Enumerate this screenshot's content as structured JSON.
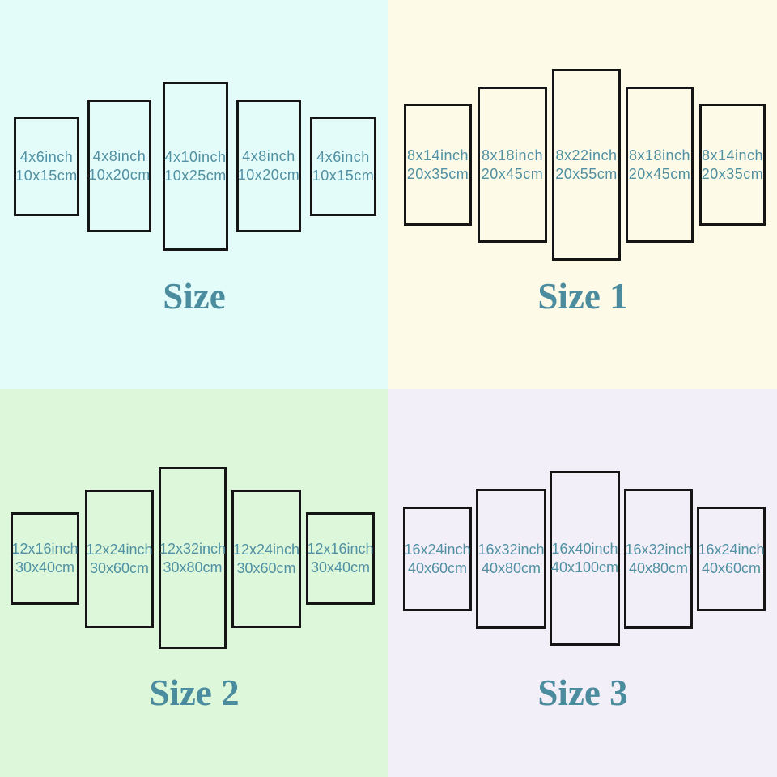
{
  "colors": {
    "quadrant_backgrounds": {
      "size": "#e4fcf9",
      "size_1": "#fdfbe7",
      "size_2": "#dcf7d9",
      "size_3": "#f3eff8"
    },
    "panel_border": "#151515",
    "label_text": "#5191a3",
    "title_text": "#4b8c9e"
  },
  "quadrants": [
    {
      "title": "Size",
      "background": "#e4fcf9",
      "panels": [
        {
          "inch": "4x6inch",
          "cm": "10x15cm"
        },
        {
          "inch": "4x8inch",
          "cm": "10x20cm"
        },
        {
          "inch": "4x10inch",
          "cm": "10x25cm"
        },
        {
          "inch": "4x8inch",
          "cm": "10x20cm"
        },
        {
          "inch": "4x6inch",
          "cm": "10x15cm"
        }
      ]
    },
    {
      "title": "Size 1",
      "background": "#fdfbe7",
      "panels": [
        {
          "inch": "8x14inch",
          "cm": "20x35cm"
        },
        {
          "inch": "8x18inch",
          "cm": "20x45cm"
        },
        {
          "inch": "8x22inch",
          "cm": "20x55cm"
        },
        {
          "inch": "8x18inch",
          "cm": "20x45cm"
        },
        {
          "inch": "8x14inch",
          "cm": "20x35cm"
        }
      ]
    },
    {
      "title": "Size 2",
      "background": "#dcf7d9",
      "panels": [
        {
          "inch": "12x16inch",
          "cm": "30x40cm"
        },
        {
          "inch": "12x24inch",
          "cm": "30x60cm"
        },
        {
          "inch": "12x32inch",
          "cm": "30x80cm"
        },
        {
          "inch": "12x24inch",
          "cm": "30x60cm"
        },
        {
          "inch": "12x16inch",
          "cm": "30x40cm"
        }
      ]
    },
    {
      "title": "Size 3",
      "background": "#f3eff8",
      "panels": [
        {
          "inch": "16x24inch",
          "cm": "40x60cm"
        },
        {
          "inch": "16x32inch",
          "cm": "40x80cm"
        },
        {
          "inch": "16x40inch",
          "cm": "40x100cm"
        },
        {
          "inch": "16x32inch",
          "cm": "40x80cm"
        },
        {
          "inch": "16x24inch",
          "cm": "40x60cm"
        }
      ]
    }
  ]
}
